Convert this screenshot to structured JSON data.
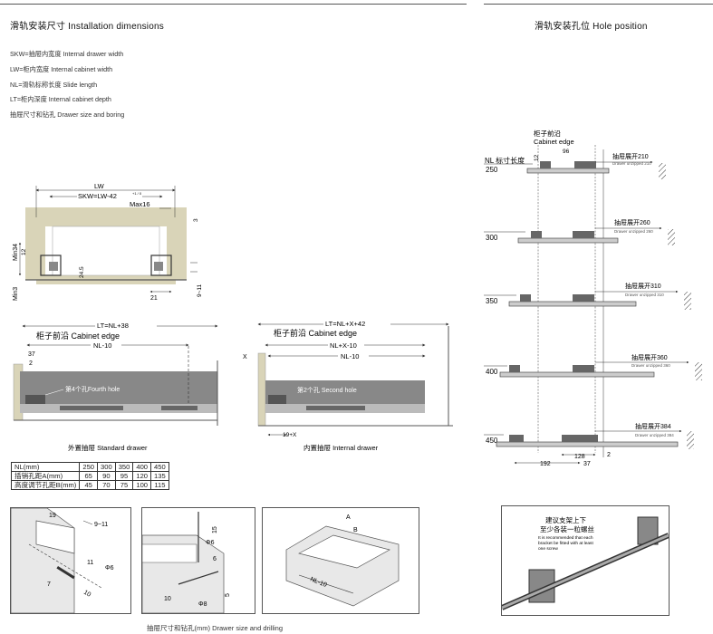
{
  "left_title": "滑轨安装尺寸 Installation dimensions",
  "right_title": "滑轨安装孔位 Hole position",
  "legend": [
    "SKW=抽屉内宽度  Internal drawer width",
    "LW=柜内宽度  Internal cabinet width",
    "NL=滑轨标称长度  Slide length",
    "LT=柜内深度  Internal cabinet depth",
    "抽屉尺寸和钻孔  Drawer size and boring"
  ],
  "width_diagram": {
    "lw": "LW",
    "skw": "SKW=LW-42",
    "skw_tol": "+1 / 0",
    "max16": "Max16",
    "min34": "Min34",
    "d12": "12",
    "d24": "24.5",
    "min3": "Min3",
    "d21": "21",
    "d911": "9~11",
    "d3": "3"
  },
  "standard_drawer": {
    "lt": "LT=NL+38",
    "cabinet_edge": "柜子前沿 Cabinet edge",
    "nl": "NL-10",
    "d37": "37",
    "d2": "2",
    "hole": "第4个孔Fourth hole",
    "caption": "外置抽屉 Standard drawer"
  },
  "internal_drawer": {
    "lt": "LT=NL+X+42",
    "cabinet_edge": "柜子前沿 Cabinet edge",
    "nlx": "NL+X-10",
    "nl": "NL-10",
    "x": "X",
    "hole": "第2个孔 Second hole",
    "x19": "19+X",
    "caption": "内置抽屉 Internal drawer"
  },
  "table": {
    "rows": [
      [
        "NL(mm)",
        "250",
        "300",
        "350",
        "400",
        "450"
      ],
      [
        "插销孔距A(mm)",
        "65",
        "90",
        "95",
        "120",
        "135"
      ],
      [
        "高度调节孔距B(mm)",
        "45",
        "70",
        "75",
        "100",
        "115"
      ]
    ]
  },
  "drilling": {
    "caption": "抽屉尺寸和钻孔(mm)  Drawer size and drilling",
    "p1": {
      "d19": "19",
      "d911": "9~11",
      "d11": "11",
      "phi6": "Φ6",
      "d7": "7",
      "d10": "10"
    },
    "p2": {
      "phi6": "Φ6",
      "d15": "15",
      "d6": "6",
      "phi8": "Φ8",
      "d5": "5",
      "d10": "10"
    },
    "p3": {
      "a": "A",
      "b": "B",
      "nl": "NL-10"
    }
  },
  "hole_position": {
    "cabinet_edge_cn": "柜子前沿",
    "cabinet_edge_en": "Cabinet edge",
    "nl_label": "NL 标寸长度",
    "d12": "12",
    "d96": "96",
    "rows": [
      {
        "nl": "250",
        "label": "抽屉展开210",
        "sub": "Drawer unzipped 210"
      },
      {
        "nl": "300",
        "label": "抽屉展开260",
        "sub": "Drawer unzipped 260"
      },
      {
        "nl": "350",
        "label": "抽屉展开310",
        "sub": "Drawer unzipped 310"
      },
      {
        "nl": "400",
        "label": "抽屉展开360",
        "sub": "Drawer unzipped 360"
      },
      {
        "nl": "450",
        "label": "抽屉展开384",
        "sub": "Drawer unzipped 384"
      }
    ],
    "d128": "128",
    "d192": "192",
    "d37": "37",
    "d2": "2"
  },
  "bracket_note": {
    "cn1": "建议支架上下",
    "cn2": "至少各装一粒螺丝",
    "en1": "It is recommended that each",
    "en2": "bracket be fitted with at least",
    "en3": "one screw"
  }
}
